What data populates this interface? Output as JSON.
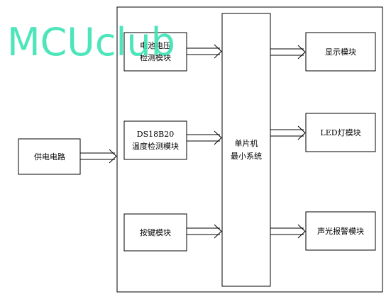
{
  "watermark": "MCUclub",
  "colors": {
    "stroke": "#000000",
    "watermark": "#3de3b4",
    "background": "#ffffff"
  },
  "blocks": {
    "power_supply": "供电电路",
    "battery_detect": [
      "电池电压",
      "检测模块"
    ],
    "ds18b20": [
      "DS18B20",
      "温度检测模块"
    ],
    "keys": "按键模块",
    "mcu": [
      "单片机",
      "最小系统"
    ],
    "display": "显示模块",
    "led": "LED灯模块",
    "alarm": "声光报警模块"
  }
}
